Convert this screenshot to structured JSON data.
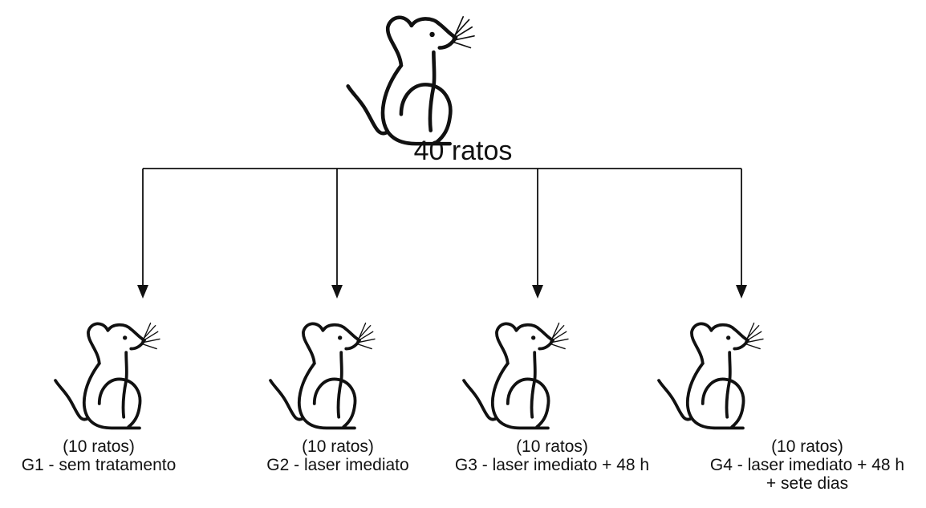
{
  "total": {
    "label": "40 ratos"
  },
  "groups": [
    {
      "count": "(10 ratos)",
      "name": "G1 - sem tratamento",
      "extra": ""
    },
    {
      "count": "(10 ratos)",
      "name": "G2 - laser imediato",
      "extra": ""
    },
    {
      "count": "(10 ratos)",
      "name": "G3 - laser imediato + 48 h",
      "extra": ""
    },
    {
      "count": "(10 ratos)",
      "name": "G4 - laser imediato + 48 h",
      "extra": "+ sete dias"
    }
  ],
  "icons": {
    "animal": "rat-icon",
    "connector_arrow": "arrow-down-icon"
  },
  "colors": {
    "background": "#ffffff",
    "ink": "#111111"
  }
}
